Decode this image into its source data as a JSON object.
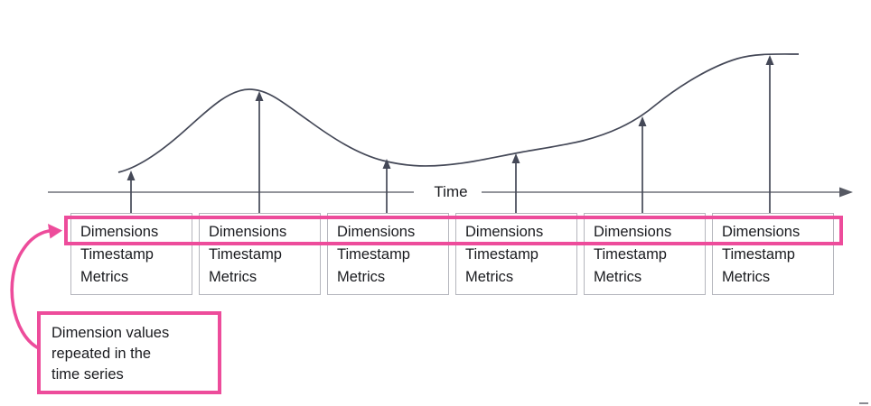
{
  "axis": {
    "label": "Time"
  },
  "records": [
    {
      "dimensions": "Dimensions",
      "timestamp": "Timestamp",
      "metrics": "Metrics"
    },
    {
      "dimensions": "Dimensions",
      "timestamp": "Timestamp",
      "metrics": "Metrics"
    },
    {
      "dimensions": "Dimensions",
      "timestamp": "Timestamp",
      "metrics": "Metrics"
    },
    {
      "dimensions": "Dimensions",
      "timestamp": "Timestamp",
      "metrics": "Metrics"
    },
    {
      "dimensions": "Dimensions",
      "timestamp": "Timestamp",
      "metrics": "Metrics"
    },
    {
      "dimensions": "Dimensions",
      "timestamp": "Timestamp",
      "metrics": "Metrics"
    }
  ],
  "callout": {
    "lines": [
      "Dimension values",
      "repeated in the",
      "time series"
    ]
  },
  "colors": {
    "accent_pink": "#ED4C9B",
    "curve_line": "#444857",
    "axis_line": "#6E7079",
    "box_border": "#B5B6BD",
    "text": "#1A1B1F"
  }
}
